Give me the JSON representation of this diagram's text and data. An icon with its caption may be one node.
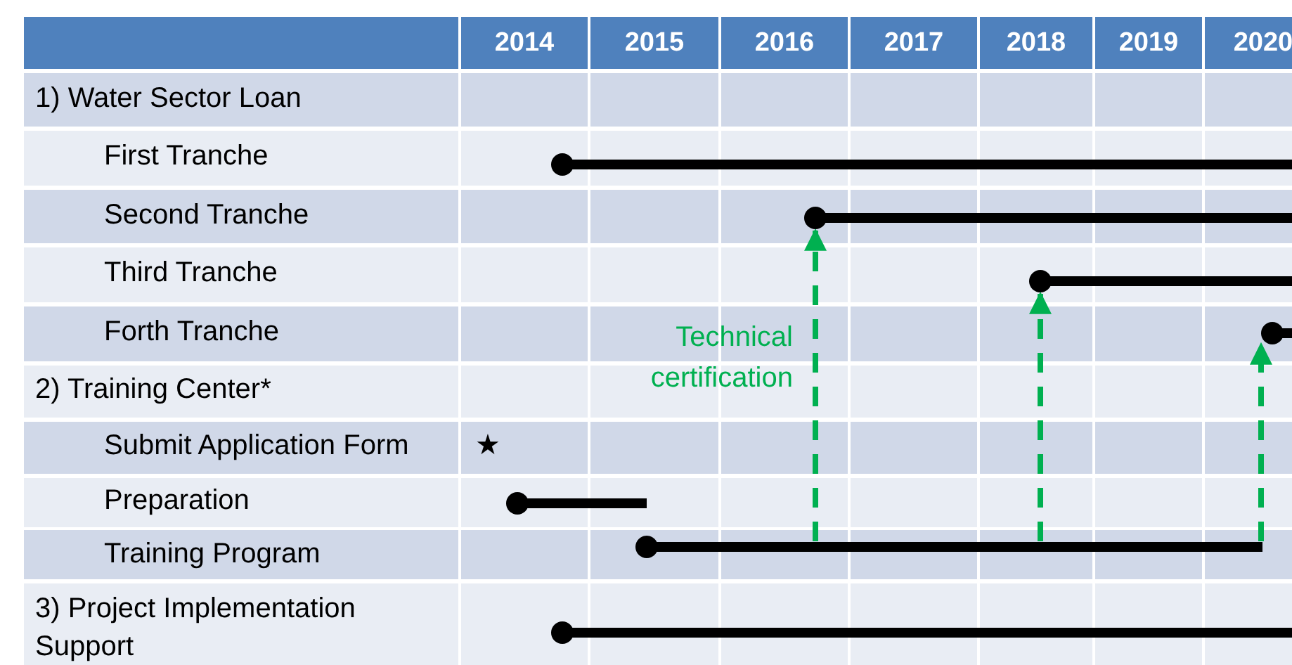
{
  "diagram": {
    "nodes": [
      {
        "text": [],
        "shape": "bar"
      },
      {
        "text": [],
        "shape": "bar"
      },
      {
        "text": [],
        "shape": "bar"
      },
      {
        "text": [],
        "shape": "bar"
      },
      {
        "text": [],
        "shape": "bar"
      },
      {
        "text": [],
        "shape": "bar"
      },
      {
        "text": [],
        "shape": "bar"
      }
    ],
    "edges": [
      {
        "from": 5,
        "to": 1,
        "arrow": "to",
        "label": "Technical certification",
        "style": "dashed",
        "color": "#00b050"
      },
      {
        "from": 5,
        "to": 2,
        "arrow": "to",
        "style": "dashed",
        "color": "#00b050"
      },
      {
        "from": 5,
        "to": 3,
        "arrow": "to",
        "style": "dashed",
        "color": "#00b050"
      }
    ],
    "labels": [
      "2014",
      "2015",
      "2016",
      "2017",
      "2018",
      "2019",
      "2020",
      "1) Water Sector Loan",
      "First Tranche",
      "Second Tranche",
      "Third Tranche",
      "Forth Tranche",
      "2) Training Center*",
      "Submit Application Form",
      "★",
      "Preparation",
      "Training Program",
      "3) Project Implementation Support"
    ]
  }
}
